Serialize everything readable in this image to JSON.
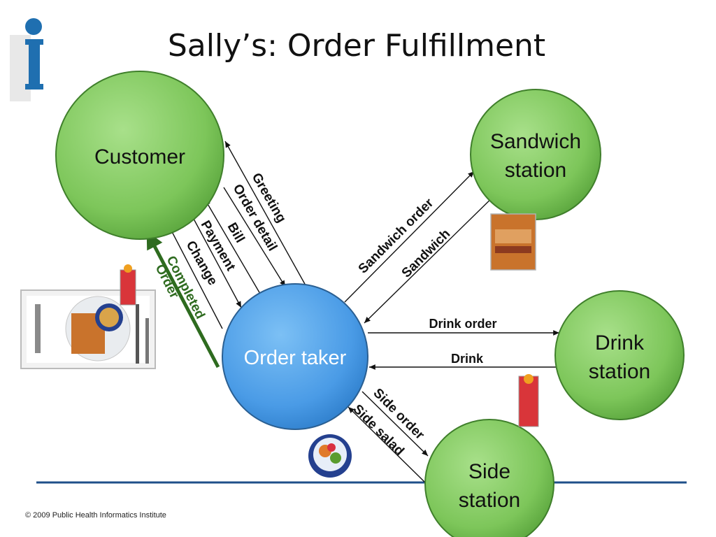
{
  "slide": {
    "title": "Sally’s: Order Fulfillment",
    "footer": "© 2009 Public Health Informatics Institute",
    "logo_icon": "info-i-icon"
  },
  "nodes": {
    "customer": "Customer",
    "order_taker": "Order taker",
    "sandwich_station_line1": "Sandwich",
    "sandwich_station_line2": "station",
    "drink_station_line1": "Drink",
    "drink_station_line2": "station",
    "side_station_line1": "Side",
    "side_station_line2": "station"
  },
  "flows": {
    "greeting": "Greeting",
    "order_detail": "Order detail",
    "bill": "Bill",
    "payment": "Payment",
    "change": "Change",
    "completed_line1": "Completed",
    "completed_line2": "Order",
    "sandwich_order": "Sandwich order",
    "sandwich": "Sandwich",
    "drink_order": "Drink order",
    "drink": "Drink",
    "side_order": "Side order",
    "side_salad": "Side salad"
  },
  "colors": {
    "green_node": "#7dc65a",
    "blue_node": "#4a9be6",
    "completed_arrow": "#2e6b1f",
    "rule": "#1f4f8a",
    "logo": "#1f6fb0"
  },
  "images": {
    "place_setting": "place-setting-icon",
    "sandwich": "sandwich-icon",
    "drink": "drink-glass-icon",
    "salad": "salad-bowl-icon"
  }
}
